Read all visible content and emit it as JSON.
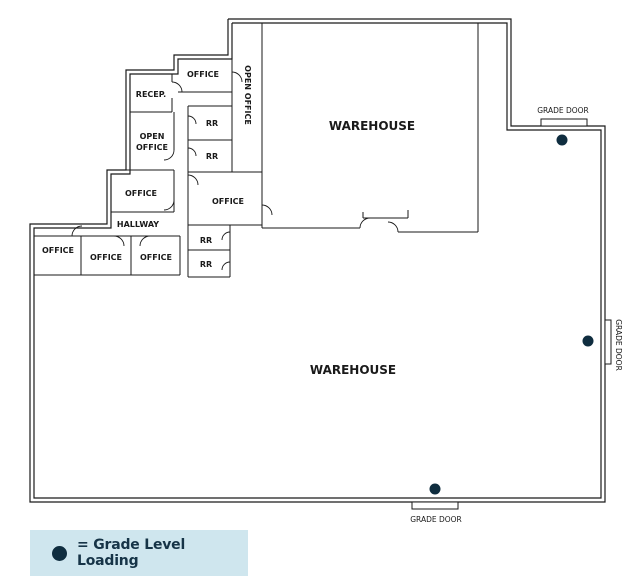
{
  "rooms": {
    "warehouse_upper": "WAREHOUSE",
    "warehouse_main": "WAREHOUSE",
    "office_top": "OFFICE",
    "open_office_vertical": "OPEN OFFICE",
    "reception": "RECEP.",
    "restroom_1": "RR",
    "restroom_2": "RR",
    "open_office_left_line1": "OPEN",
    "open_office_left_line2": "OFFICE",
    "office_left": "OFFICE",
    "office_center": "OFFICE",
    "hallway": "HALLWAY",
    "restroom_3": "RR",
    "restroom_4": "RR",
    "office_bottom_1": "OFFICE",
    "office_bottom_2": "OFFICE",
    "office_bottom_3": "OFFICE"
  },
  "doors": {
    "grade_door_top": "GRADE DOOR",
    "grade_door_right": "GRADE DOOR",
    "grade_door_bottom": "GRADE DOOR"
  },
  "legend": {
    "label": "= Grade Level Loading",
    "marker_color": "#0f2d3f",
    "background_color": "#cfe6ee"
  },
  "colors": {
    "wall": "#1a1a1a",
    "marker": "#0f2d3f"
  }
}
